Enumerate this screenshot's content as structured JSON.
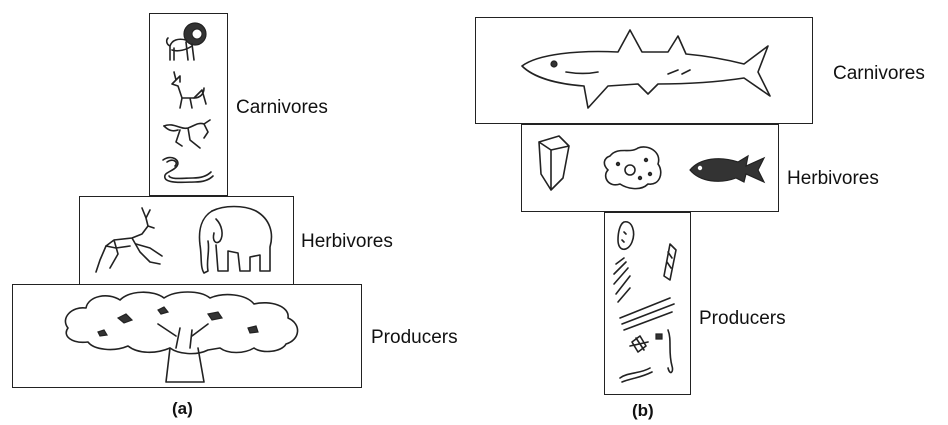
{
  "pyramid_a": {
    "caption": "(a)",
    "levels": {
      "top": {
        "label": "Carnivores",
        "icons": [
          "lion-icon",
          "wolf-icon",
          "fox-icon",
          "snake-icon"
        ]
      },
      "middle": {
        "label": "Herbivores",
        "icons": [
          "deer-icon",
          "elephant-icon"
        ]
      },
      "bottom": {
        "label": "Producers",
        "icons": [
          "tree-icon"
        ]
      }
    }
  },
  "pyramid_b": {
    "caption": "(b)",
    "levels": {
      "top": {
        "label": "Carnivores",
        "icons": [
          "shark-icon"
        ]
      },
      "middle": {
        "label": "Herbivores",
        "icons": [
          "protozoan-shell-icon",
          "amoeba-icon",
          "small-fish-icon"
        ]
      },
      "bottom": {
        "label": "Producers",
        "icons": [
          "algae-cells-icon"
        ]
      }
    }
  }
}
